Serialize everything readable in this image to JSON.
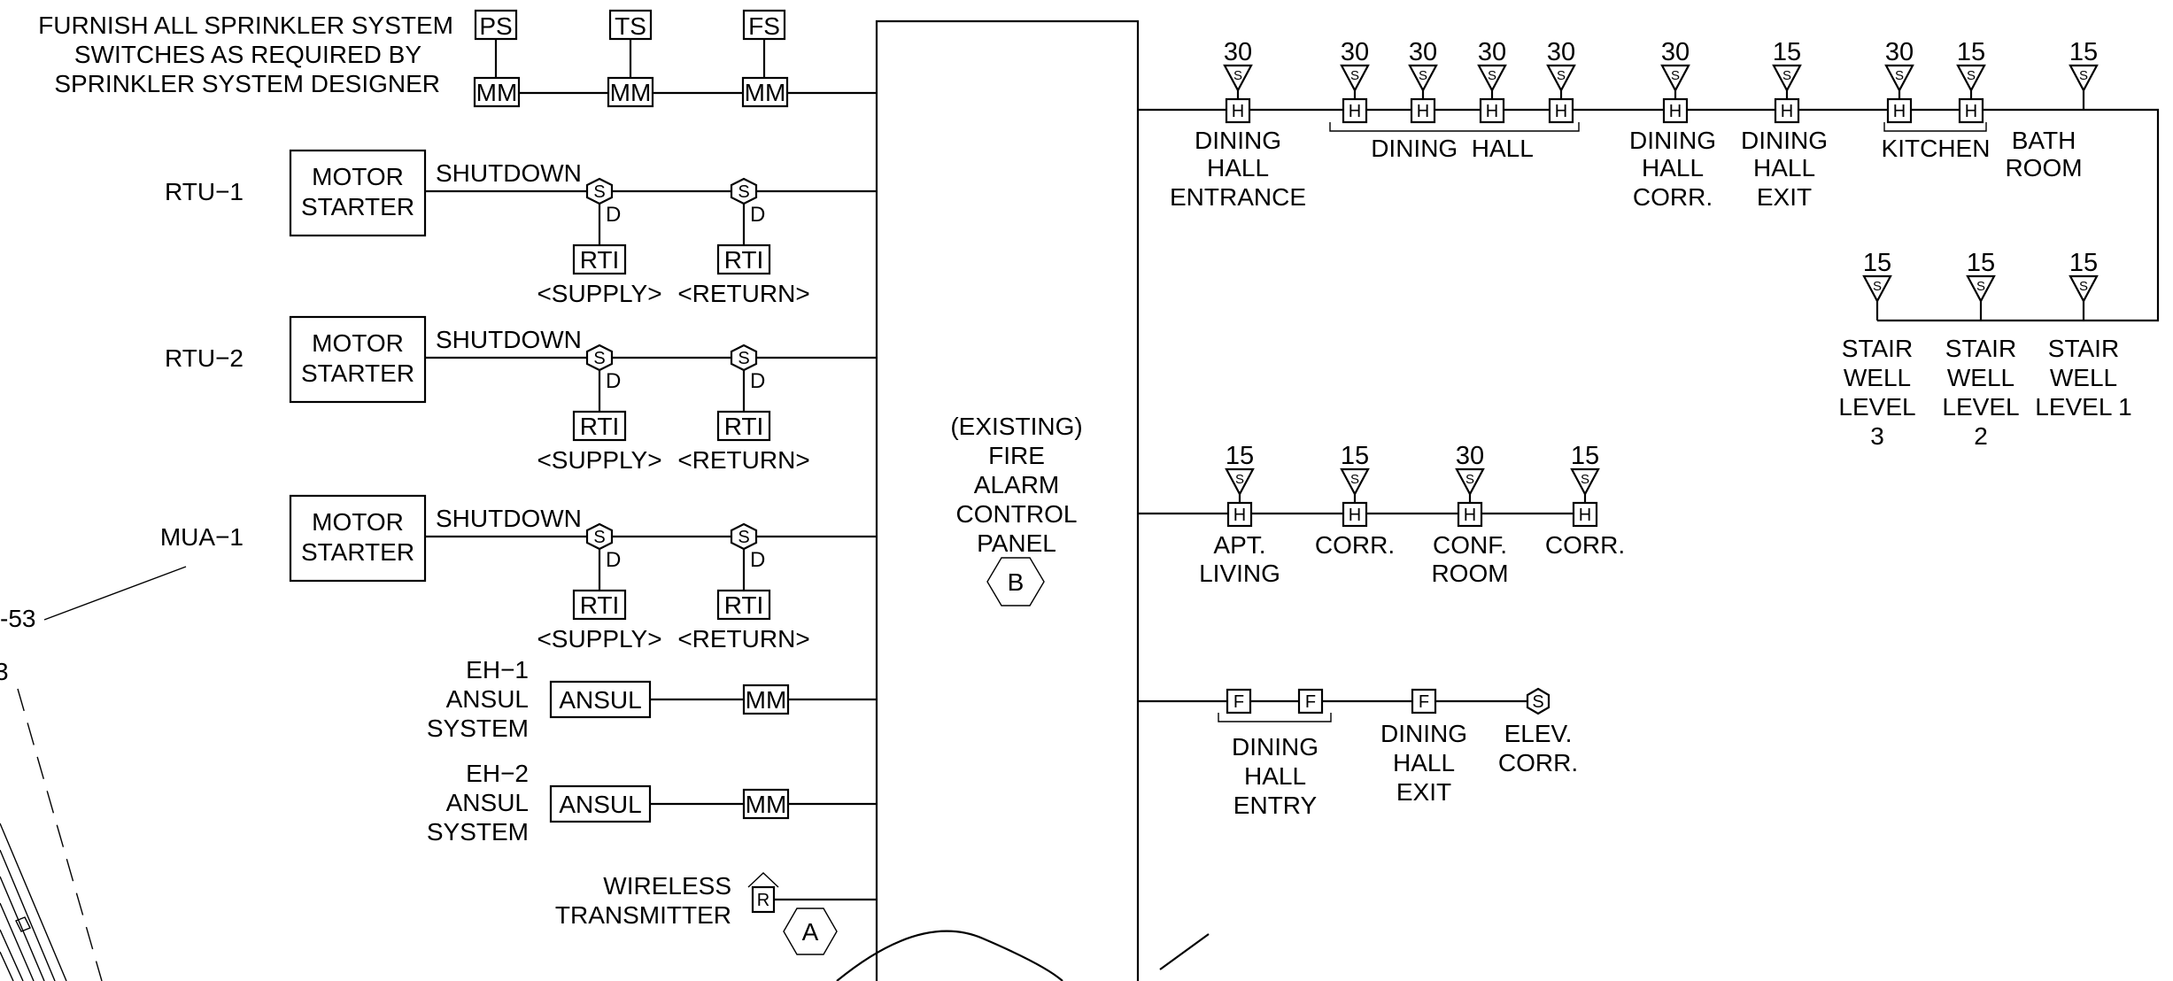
{
  "notes": {
    "sprinkler": [
      "FURNISH ALL SPRINKLER SYSTEM",
      "SWITCHES AS REQUIRED BY",
      "SPRINKLER SYSTEM DESIGNER"
    ]
  },
  "switch_tags": [
    "PS",
    "TS",
    "FS"
  ],
  "monitor_tag": "MM",
  "units": [
    {
      "name": "RTU−1",
      "starter": [
        "MOTOR",
        "STARTER"
      ],
      "shutdown": "SHUTDOWN"
    },
    {
      "name": "RTU−2",
      "starter": [
        "MOTOR",
        "STARTER"
      ],
      "shutdown": "SHUTDOWN"
    },
    {
      "name": "MUA−1",
      "starter": [
        "MOTOR",
        "STARTER"
      ],
      "shutdown": "SHUTDOWN"
    }
  ],
  "duct_detector": {
    "symbol": "S",
    "sub": "D",
    "rti": "RTI",
    "supply": "<SUPPLY>",
    "return": "<RETURN>"
  },
  "ansul": [
    {
      "name": [
        "EH−1",
        "ANSUL",
        "SYSTEM"
      ],
      "box": "ANSUL"
    },
    {
      "name": [
        "EH−2",
        "ANSUL",
        "SYSTEM"
      ],
      "box": "ANSUL"
    }
  ],
  "wireless": {
    "label": [
      "WIRELESS",
      "TRANSMITTER"
    ],
    "symbol": "R",
    "tag": "A"
  },
  "panel": {
    "label": [
      "(EXISTING)",
      "FIRE",
      "ALARM",
      "CONTROL",
      "PANEL"
    ],
    "tag": "B"
  },
  "device_symbols": {
    "heat": "H",
    "speaker": "S",
    "flow": "F",
    "smoke": "S"
  },
  "loop1_ratings": [
    "30",
    "30",
    "30",
    "30",
    "30",
    "30",
    "15",
    "30",
    "15",
    "15"
  ],
  "loop1_labels": {
    "entrance": [
      "DINING",
      "HALL",
      "ENTRANCE"
    ],
    "hall": "DINING  HALL",
    "corr": [
      "DINING",
      "HALL",
      "CORR."
    ],
    "exit": [
      "DINING",
      "HALL",
      "EXIT"
    ],
    "kitchen": "KITCHEN",
    "bath": [
      "BATH",
      "ROOM"
    ]
  },
  "stairwells": [
    {
      "rating": "15",
      "label": [
        "STAIR",
        "WELL",
        "LEVEL",
        "3"
      ]
    },
    {
      "rating": "15",
      "label": [
        "STAIR",
        "WELL",
        "LEVEL",
        "2"
      ]
    },
    {
      "rating": "15",
      "label": [
        "STAIR",
        "WELL",
        "LEVEL  1"
      ]
    }
  ],
  "loop2": [
    {
      "rating": "15",
      "label": [
        "APT.",
        "LIVING"
      ]
    },
    {
      "rating": "15",
      "label": [
        "CORR."
      ]
    },
    {
      "rating": "30",
      "label": [
        "CONF.",
        "ROOM"
      ]
    },
    {
      "rating": "15",
      "label": [
        "CORR."
      ]
    }
  ],
  "loop3_labels": {
    "entry": [
      "DINING",
      "HALL",
      "ENTRY"
    ],
    "exit": [
      "DINING",
      "HALL",
      "EXIT"
    ],
    "elev": [
      "ELEV.",
      "CORR."
    ]
  },
  "edge_fragments": [
    "-53",
    "3"
  ]
}
